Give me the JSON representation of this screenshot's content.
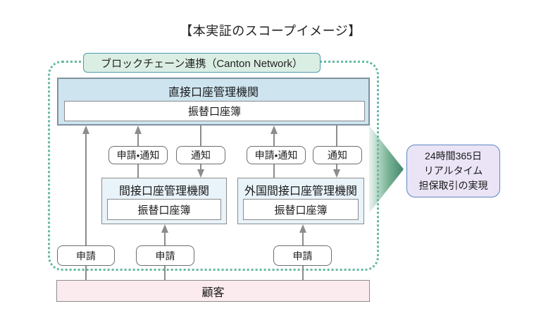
{
  "title": "【本実証のスコープイメージ】",
  "network_label": "ブロックチェーン連携（Canton Network）",
  "nodes": {
    "direct": {
      "label": "直接口座管理機関",
      "ledger": "振替口座簿"
    },
    "indirect": {
      "label": "間接口座管理機関",
      "ledger": "振替口座簿"
    },
    "foreign_indirect": {
      "label": "外国間接口座管理機関",
      "ledger": "振替口座簿"
    },
    "customer": {
      "label": "顧客"
    }
  },
  "flow_labels": {
    "apply_notify_left": "申請・通知",
    "notify_left": "通知",
    "apply_notify_right": "申請・通知",
    "notify_right": "通知",
    "apply_left": "申請",
    "apply_middle": "申請",
    "apply_right": "申請"
  },
  "outcome": {
    "line1": "24時間365日",
    "line2": "リアルタイム",
    "line3": "担保取引の実現"
  },
  "colors": {
    "dotted_border": "#64b9a3",
    "canton_fill": "#dbeee4",
    "canton_border": "#4e9aad",
    "direct_fill": "#cee5f0",
    "mid_fill": "#e9f3fa",
    "customer_fill": "#fcebee",
    "outcome_fill": "#eae4f6",
    "outcome_border": "#5b87c5",
    "arrow_gray": "#8c8c8c",
    "arrow_green_tip": "#43866c"
  }
}
